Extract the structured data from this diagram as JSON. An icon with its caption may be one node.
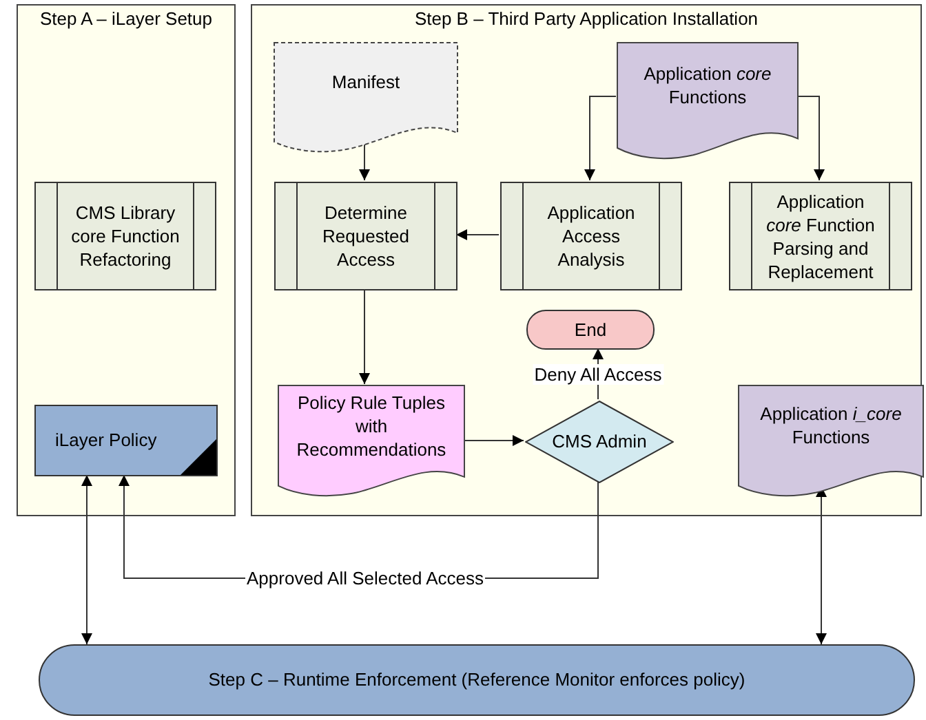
{
  "diagram": {
    "nodes": [
      {
        "text": [
          "Step A – iLayer Setup"
        ]
      },
      {
        "text": [
          "CMS Library core Function Refactoring"
        ],
        "in": 0
      },
      {
        "text": [
          "iLayer Policy"
        ],
        "in": 0
      },
      {
        "text": [
          "Step B – Third Party Application Installation"
        ]
      },
      {
        "text": [
          "Manifest"
        ],
        "in": 3
      },
      {
        "text": [
          "Application *core* Functions"
        ],
        "in": 3
      },
      {
        "text": [
          "Determine Requested Access"
        ],
        "in": 3
      },
      {
        "text": [
          "Application Access Analysis"
        ],
        "in": 3
      },
      {
        "text": [
          "Application *core* Function Parsing and Replacement"
        ],
        "in": 3
      },
      {
        "text": [
          "End"
        ],
        "in": 3
      },
      {
        "text": [
          "Policy Rule Tuples with Recommendations"
        ],
        "in": 3
      },
      {
        "text": [
          "CMS Admin"
        ],
        "in": 3
      },
      {
        "text": [
          "Application *i_core* Functions"
        ],
        "in": 3
      },
      {
        "text": [
          "Step C – Runtime Enforcement (Reference Monitor enforces policy)"
        ]
      }
    ],
    "edges": [
      {
        "from": 4,
        "to": 6,
        "arrow": "to"
      },
      {
        "from": 5,
        "to": 7,
        "arrow": "to"
      },
      {
        "from": 5,
        "to": 8,
        "arrow": "to"
      },
      {
        "from": 7,
        "to": 6,
        "arrow": "to"
      },
      {
        "from": 6,
        "to": 10,
        "arrow": "to"
      },
      {
        "from": 10,
        "to": 11,
        "arrow": "to"
      },
      {
        "from": 11,
        "to": 9,
        "arrow": "to",
        "label": "Deny All Access"
      },
      {
        "from": 11,
        "to": 2,
        "arrow": "to",
        "label": "Approved All Selected Access"
      },
      {
        "from": 2,
        "to": 13,
        "arrow": "both"
      },
      {
        "from": 12,
        "to": 13,
        "arrow": "both"
      }
    ]
  }
}
